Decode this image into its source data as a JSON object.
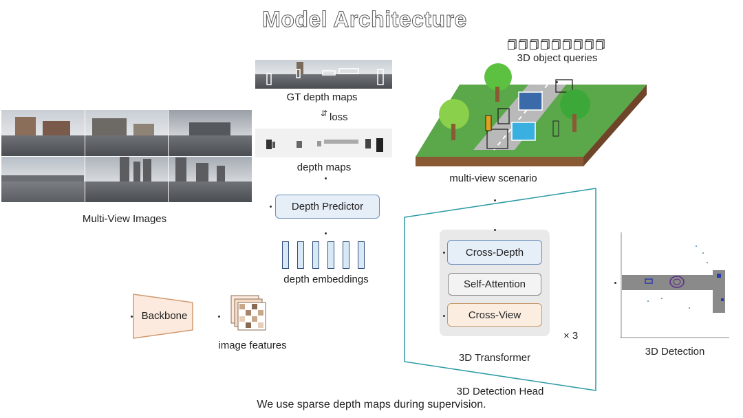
{
  "title": "Model Architecture",
  "labels": {
    "gt_depth_maps": "GT depth maps",
    "loss": "loss",
    "depth_maps": "depth maps",
    "multi_view_images": "Multi-View Images",
    "depth_predictor": "Depth Predictor",
    "depth_embeddings": "depth embeddings",
    "backbone": "Backbone",
    "image_features": "image features",
    "object_queries": "3D object queries",
    "multi_view_scenario": "multi-view scenario",
    "cross_depth": "Cross-Depth",
    "self_attention": "Self-Attention",
    "cross_view": "Cross-View",
    "times3": "× 3",
    "transformer": "3D Transformer",
    "detection_head": "3D Detection Head",
    "detection": "3D Detection",
    "caption": "We use sparse depth maps during supervision."
  },
  "colors": {
    "head_outline": "#2a9aa3",
    "depth_box": "#e6eef8",
    "cross_view_box": "#fbeee0",
    "grass": "#5aa84a",
    "road": "#b9b9b9"
  },
  "icons": {
    "loss_arrows": "double-arrow-icon",
    "queries": "cube-icon"
  }
}
